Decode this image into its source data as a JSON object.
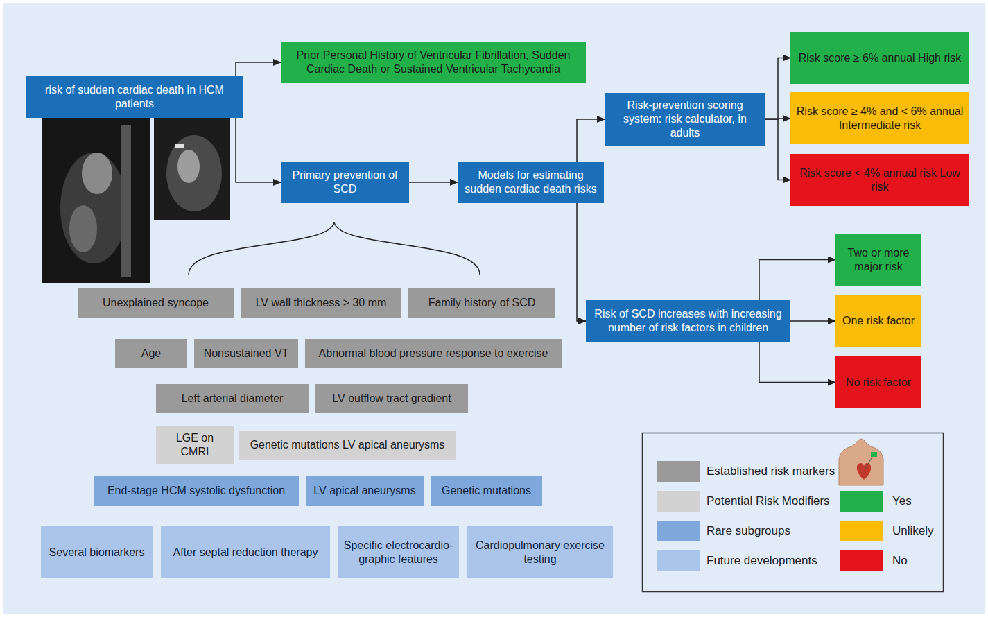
{
  "diagram": {
    "nodes": [
      {
        "text": [
          "risk of sudden cardiac death in HCM patients"
        ]
      },
      {
        "text": [
          "Prior Personal History of Ventricular Fibrillation, Sudden Cardiac Death or Sustained Ventricular Tachycardia"
        ]
      },
      {
        "text": [
          "Primary prevention of SCD"
        ]
      },
      {
        "text": [
          "Models for estimating sudden cardiac death risks"
        ]
      },
      {
        "text": [
          "Risk-prevention scoring system: risk calculator, in adults"
        ]
      },
      {
        "text": [
          "Risk score ≥ 6% annual High risk"
        ]
      },
      {
        "text": [
          "Risk score ≥ 4% and < 6% annual Intermediate risk"
        ]
      },
      {
        "text": [
          "Risk score < 4% annual risk Low risk"
        ]
      },
      {
        "text": [
          "Risk of SCD increases with increasing number of risk factors in children"
        ]
      },
      {
        "text": [
          "Two or more major risk"
        ]
      },
      {
        "text": [
          "One risk factor"
        ]
      },
      {
        "text": [
          "No risk factor"
        ]
      },
      {
        "text": [
          "Unexplained syncope"
        ]
      },
      {
        "text": [
          "LV wall thickness > 30 mm"
        ]
      },
      {
        "text": [
          "Family history of SCD"
        ]
      },
      {
        "text": [
          "Age"
        ]
      },
      {
        "text": [
          "Nonsustained VT"
        ]
      },
      {
        "text": [
          "Abnormal blood pressure response to exercise"
        ]
      },
      {
        "text": [
          "Left arterial diameter"
        ]
      },
      {
        "text": [
          "LV outflow tract gradient"
        ]
      },
      {
        "text": [
          "LGE on CMRI"
        ]
      },
      {
        "text": [
          "Genetic mutations LV apical aneurysms"
        ]
      },
      {
        "text": [
          "End-stage HCM systolic dysfunction"
        ]
      },
      {
        "text": [
          "LV apical aneurysms"
        ]
      },
      {
        "text": [
          "Genetic mutations"
        ]
      },
      {
        "text": [
          "Several biomarkers"
        ]
      },
      {
        "text": [
          "After septal reduction therapy"
        ]
      },
      {
        "text": [
          "Specific electrocardio- graphic features"
        ]
      },
      {
        "text": [
          "Cardiopulmonary exercise testing"
        ]
      }
    ],
    "edges": [
      {
        "from": 0,
        "to": 1,
        "arrow": "to"
      },
      {
        "from": 0,
        "to": 2,
        "arrow": "to"
      },
      {
        "from": 2,
        "to": 3,
        "arrow": "to"
      },
      {
        "from": 3,
        "to": 4,
        "arrow": "to"
      },
      {
        "from": 3,
        "to": 8,
        "arrow": "to"
      },
      {
        "from": 4,
        "to": 5,
        "arrow": "to"
      },
      {
        "from": 4,
        "to": 6,
        "arrow": "to"
      },
      {
        "from": 4,
        "to": 7,
        "arrow": "to"
      },
      {
        "from": 8,
        "to": 9,
        "arrow": "to"
      },
      {
        "from": 8,
        "to": 10,
        "arrow": "to"
      },
      {
        "from": 8,
        "to": 11,
        "arrow": "to"
      }
    ],
    "legend": [
      {
        "text": "Established risk markers",
        "color": "#9a9a9a"
      },
      {
        "text": "Potential Risk Modifiers",
        "color": "#d2d2d2"
      },
      {
        "text": "Rare subgroups",
        "color": "#7ea8dc"
      },
      {
        "text": "Future developments",
        "color": "#abc5ea"
      },
      {
        "text": "Yes",
        "color": "#22b04b"
      },
      {
        "text": "Unlikely",
        "color": "#fbbc05"
      },
      {
        "text": "No",
        "color": "#e5141c"
      }
    ]
  }
}
